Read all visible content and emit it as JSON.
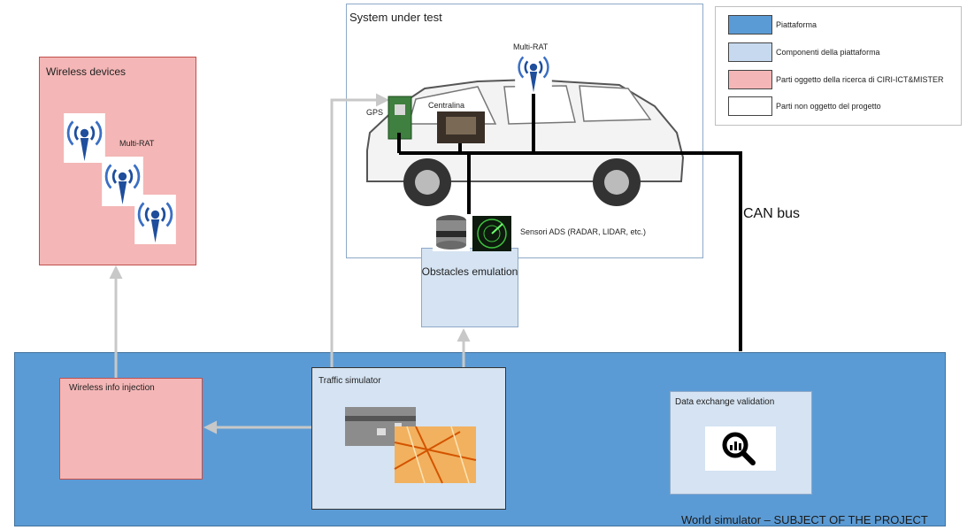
{
  "title": "System under test",
  "legend": {
    "items": [
      {
        "label": "Piattaforma",
        "color": "#5b9bd5"
      },
      {
        "label": "Componenti della piattaforma",
        "color": "#c6d9ef"
      },
      {
        "label": "Parti oggetto della ricerca di CIRI-ICT&MISTER",
        "color": "#f4b6b6"
      },
      {
        "label": "Parti non oggetto del progetto",
        "color": "#ffffff"
      }
    ]
  },
  "wireless_devices": {
    "title": "Wireless devices",
    "rat_label": "Multi-RAT"
  },
  "system_under_test": {
    "gps_label": "GPS",
    "ecu_label": "Centralina",
    "rat_label": "Multi-RAT",
    "sensors_label": "Sensori ADS (RADAR, LIDAR, etc.)"
  },
  "obstacles": {
    "label": "Obstacles emulation"
  },
  "can_bus": {
    "label": "CAN bus"
  },
  "world": {
    "label": "World simulator – SUBJECT OF THE PROJECT"
  },
  "wireless_info": {
    "label": "Wireless info injection"
  },
  "traffic": {
    "label": "Traffic simulator"
  },
  "data_exchange": {
    "label": "Data exchange validation"
  },
  "icons": [
    "wireless-antenna-icon",
    "car-icon",
    "gps-module-icon",
    "ecu-icon",
    "lidar-icon",
    "radar-icon",
    "traffic-photo-icon",
    "map-icon",
    "analytics-magnifier-icon"
  ]
}
